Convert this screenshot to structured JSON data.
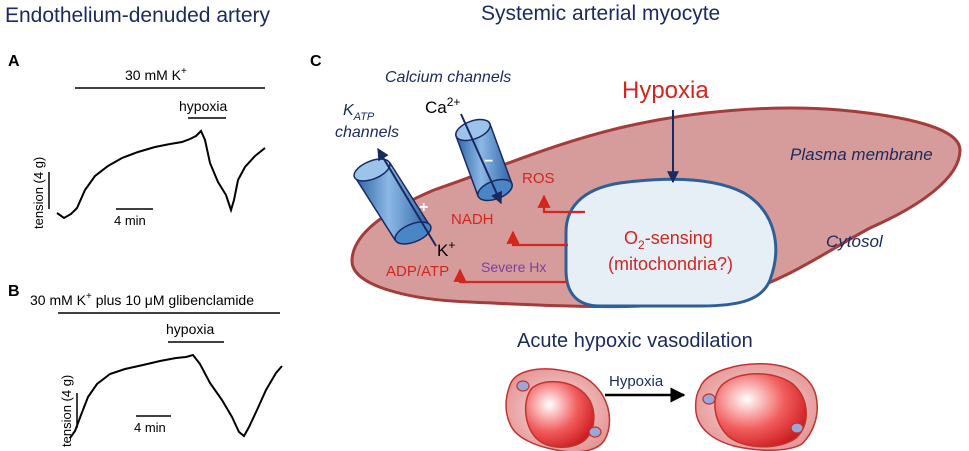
{
  "left_title": "Endothelium-denuded artery",
  "right_title": "Systemic arterial myocyte",
  "panel_a": {
    "letter": "A",
    "bar_label": "30 mM K",
    "bar_label_sup": "+",
    "hypoxia_label": "hypoxia",
    "y_label": "tension (4 g)",
    "time_label": "4 min"
  },
  "panel_b": {
    "letter": "B",
    "bar_label_pre": "30 mM K",
    "bar_label_sup": "+",
    "bar_label_post": " plus 10 μM glibenclamide",
    "hypoxia_label": "hypoxia",
    "y_label": "tension (4 g)",
    "time_label": "4 min"
  },
  "panel_c": {
    "letter": "C",
    "calcium_channels": "Calcium channels",
    "calcium_ion": "Ca",
    "calcium_sup": "2+",
    "katp_k": "K",
    "katp_sub": "ATP",
    "katp_channels": "channels",
    "potassium_ion": "K",
    "potassium_sup": "+",
    "hypoxia": "Hypoxia",
    "plasma_membrane": "Plasma membrane",
    "ros": "ROS",
    "nadh": "NADH",
    "adp_atp": "ADP/ATP",
    "severe_hx": "Severe Hx",
    "o2_sensing_pre": "O",
    "o2_sensing_sub": "2",
    "o2_sensing_post": "-sensing",
    "mitochondria": "(mitochondria?)",
    "cytosol": "Cytosol",
    "plus_sign": "+",
    "minus_sign": "−"
  },
  "vasodilation": {
    "title": "Acute hypoxic vasodilation",
    "arrow_label": "Hypoxia"
  },
  "colors": {
    "navy": "#1a2a5e",
    "red": "#d2261f",
    "purple": "#7a3fa3",
    "cell_fill": "#d9a3a3",
    "cell_stroke": "#a43c3c",
    "mito_fill": "#e6eef6",
    "mito_stroke": "#2f5f99",
    "channel_blue": "#4a86c6"
  }
}
